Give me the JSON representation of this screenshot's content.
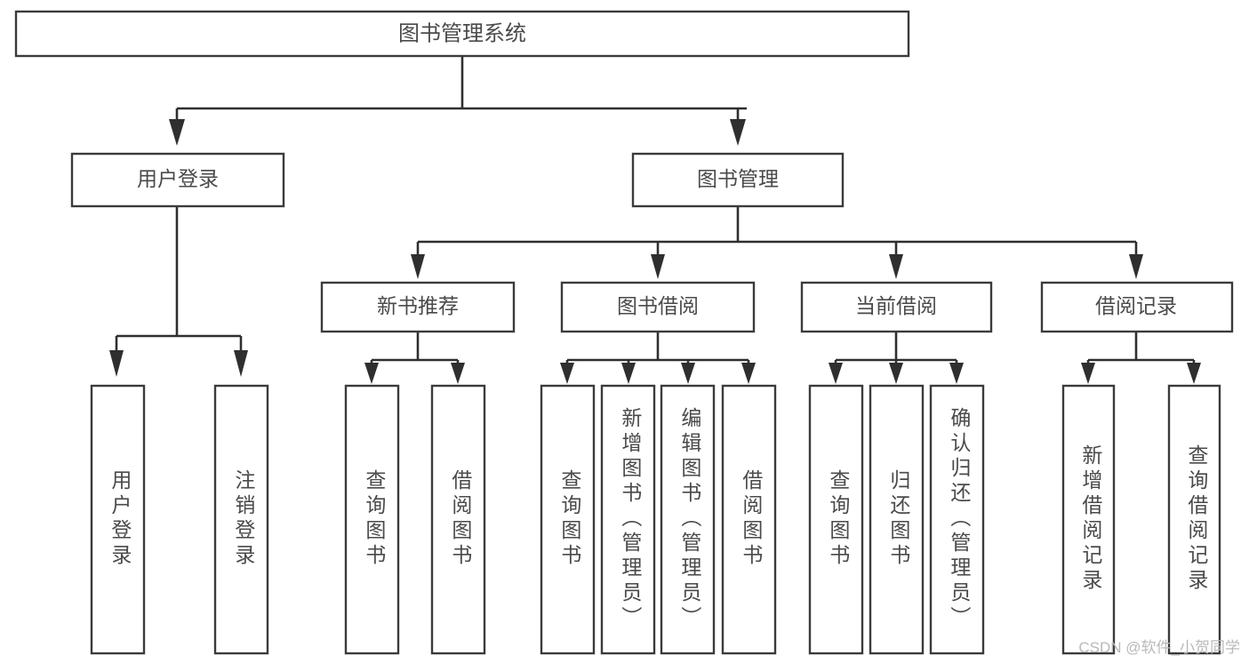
{
  "diagram": {
    "title": "图书管理系统",
    "type": "tree-hierarchy-chart",
    "watermark": "CSDN @软件_小贺同学",
    "colors": {
      "box_stroke": "#3b3b3b",
      "box_fill": "#ffffff",
      "connector": "#2f2f2f",
      "text": "#4a4a4a",
      "watermark": "#b9b9b9",
      "background": "#ffffff"
    },
    "levels": {
      "root": "图书管理系统",
      "level2": [
        "用户登录",
        "图书管理"
      ],
      "level3": [
        "新书推荐",
        "图书借阅",
        "当前借阅",
        "借阅记录"
      ]
    }
  },
  "nodes": {
    "root": {
      "label": "图书管理系统",
      "orientation": "horizontal"
    },
    "user_login": {
      "label": "用户登录",
      "orientation": "horizontal"
    },
    "book_manage": {
      "label": "图书管理",
      "orientation": "horizontal"
    },
    "new_book_rec": {
      "label": "新书推荐",
      "orientation": "horizontal"
    },
    "book_borrow": {
      "label": "图书借阅",
      "orientation": "horizontal"
    },
    "current_borrow": {
      "label": "当前借阅",
      "orientation": "horizontal"
    },
    "borrow_record": {
      "label": "借阅记录",
      "orientation": "horizontal"
    }
  },
  "leaves": {
    "user_login_children": [
      {
        "label": "用户登录"
      },
      {
        "label": "注销登录"
      }
    ],
    "new_book_rec_children": [
      {
        "label": "查询图书"
      },
      {
        "label": "借阅图书"
      }
    ],
    "book_borrow_children": [
      {
        "label": "查询图书"
      },
      {
        "label": "新增图书（管理员）"
      },
      {
        "label": "编辑图书（管理员）"
      },
      {
        "label": "借阅图书"
      }
    ],
    "current_borrow_children": [
      {
        "label": "查询图书"
      },
      {
        "label": "归还图书"
      },
      {
        "label": "确认归还（管理员）"
      }
    ],
    "borrow_record_children": [
      {
        "label": "新增借阅记录"
      },
      {
        "label": "查询借阅记录"
      }
    ]
  }
}
